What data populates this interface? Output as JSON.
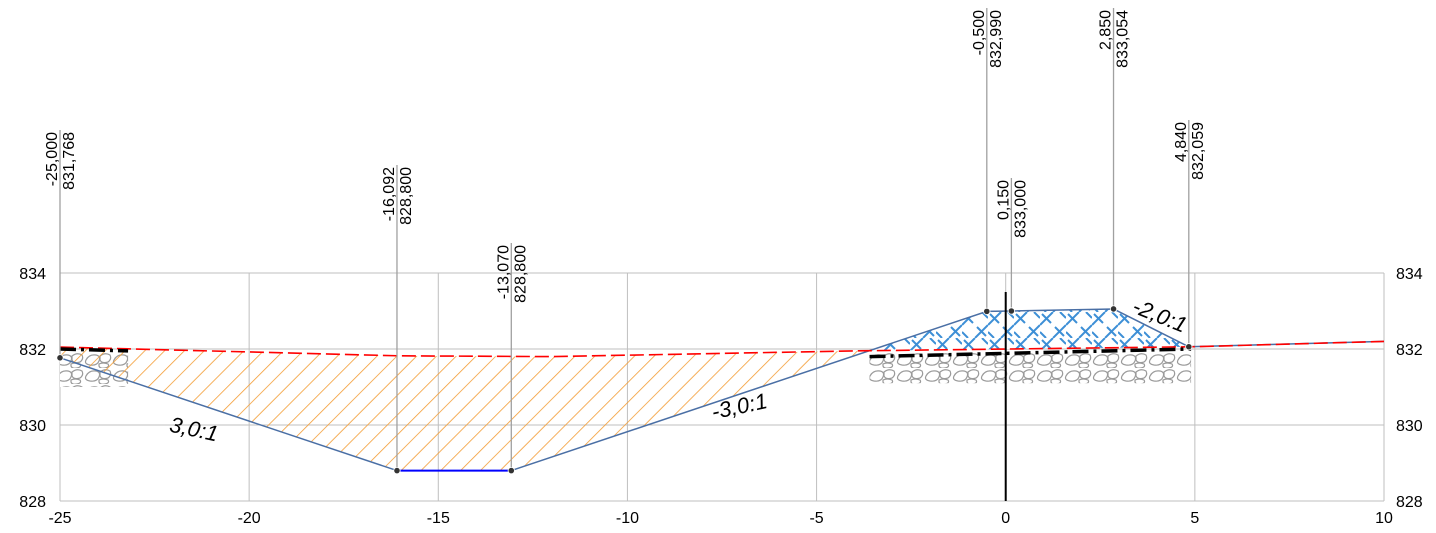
{
  "chart_data": {
    "type": "cross-section",
    "xlim": [
      -25,
      10
    ],
    "ylim": [
      828,
      834
    ],
    "grid": true,
    "x_ticks": [
      -25,
      -20,
      -15,
      -10,
      -5,
      0,
      5,
      10
    ],
    "y_ticks": [
      828,
      830,
      832,
      834
    ],
    "colors": {
      "grid": "#bfbfbf",
      "terrain": "#ff0000",
      "design": "#4a6fa5",
      "bottom": "#0000ff",
      "cut_hatch": "#f39c33",
      "fill_hatch": "#3d8fd6",
      "stone": "#9a9a9a",
      "axis": "#000000"
    },
    "terrain_line": [
      {
        "x": -25,
        "y": 832.05
      },
      {
        "x": -16,
        "y": 831.82
      },
      {
        "x": -12,
        "y": 831.8
      },
      {
        "x": -4,
        "y": 831.95
      },
      {
        "x": 5,
        "y": 832.06
      },
      {
        "x": 10,
        "y": 832.2
      }
    ],
    "design_points": [
      {
        "station": "-25,000",
        "elevation": "831,768",
        "x": -25.0,
        "y": 831.768
      },
      {
        "station": "-16,092",
        "elevation": "828,800",
        "x": -16.092,
        "y": 828.8
      },
      {
        "station": "-13,070",
        "elevation": "828,800",
        "x": -13.07,
        "y": 828.8
      },
      {
        "station": "-0,500",
        "elevation": "832,990",
        "x": -0.5,
        "y": 832.99
      },
      {
        "station": "0,150",
        "elevation": "833,000",
        "x": 0.15,
        "y": 833.0
      },
      {
        "station": "2,850",
        "elevation": "833,054",
        "x": 2.85,
        "y": 833.054
      },
      {
        "station": "4,840",
        "elevation": "832,059",
        "x": 4.84,
        "y": 832.059
      }
    ],
    "intersection_x": -3.6,
    "slope_labels": [
      {
        "text": "3,0:1",
        "x": -21.5,
        "y": 829.7,
        "angle": 12
      },
      {
        "text": "-3,0:1",
        "x": -7,
        "y": 830.3,
        "angle": -12
      },
      {
        "text": "-2,0:1",
        "x": 4.0,
        "y": 832.7,
        "angle": 22
      }
    ],
    "baselines": [
      {
        "x1": -25,
        "y1": 832.0,
        "x2": -23.2,
        "y2": 831.95
      },
      {
        "x1": -3.6,
        "y1": 831.8,
        "x2": 4.9,
        "y2": 832.0
      }
    ],
    "stone_zones": [
      {
        "x1": -25,
        "x2": -23.2,
        "ytop": 831.9,
        "ybot": 831.0
      },
      {
        "x1": -3.6,
        "x2": 4.9,
        "ytop": 831.9,
        "ybot": 831.1
      }
    ]
  }
}
